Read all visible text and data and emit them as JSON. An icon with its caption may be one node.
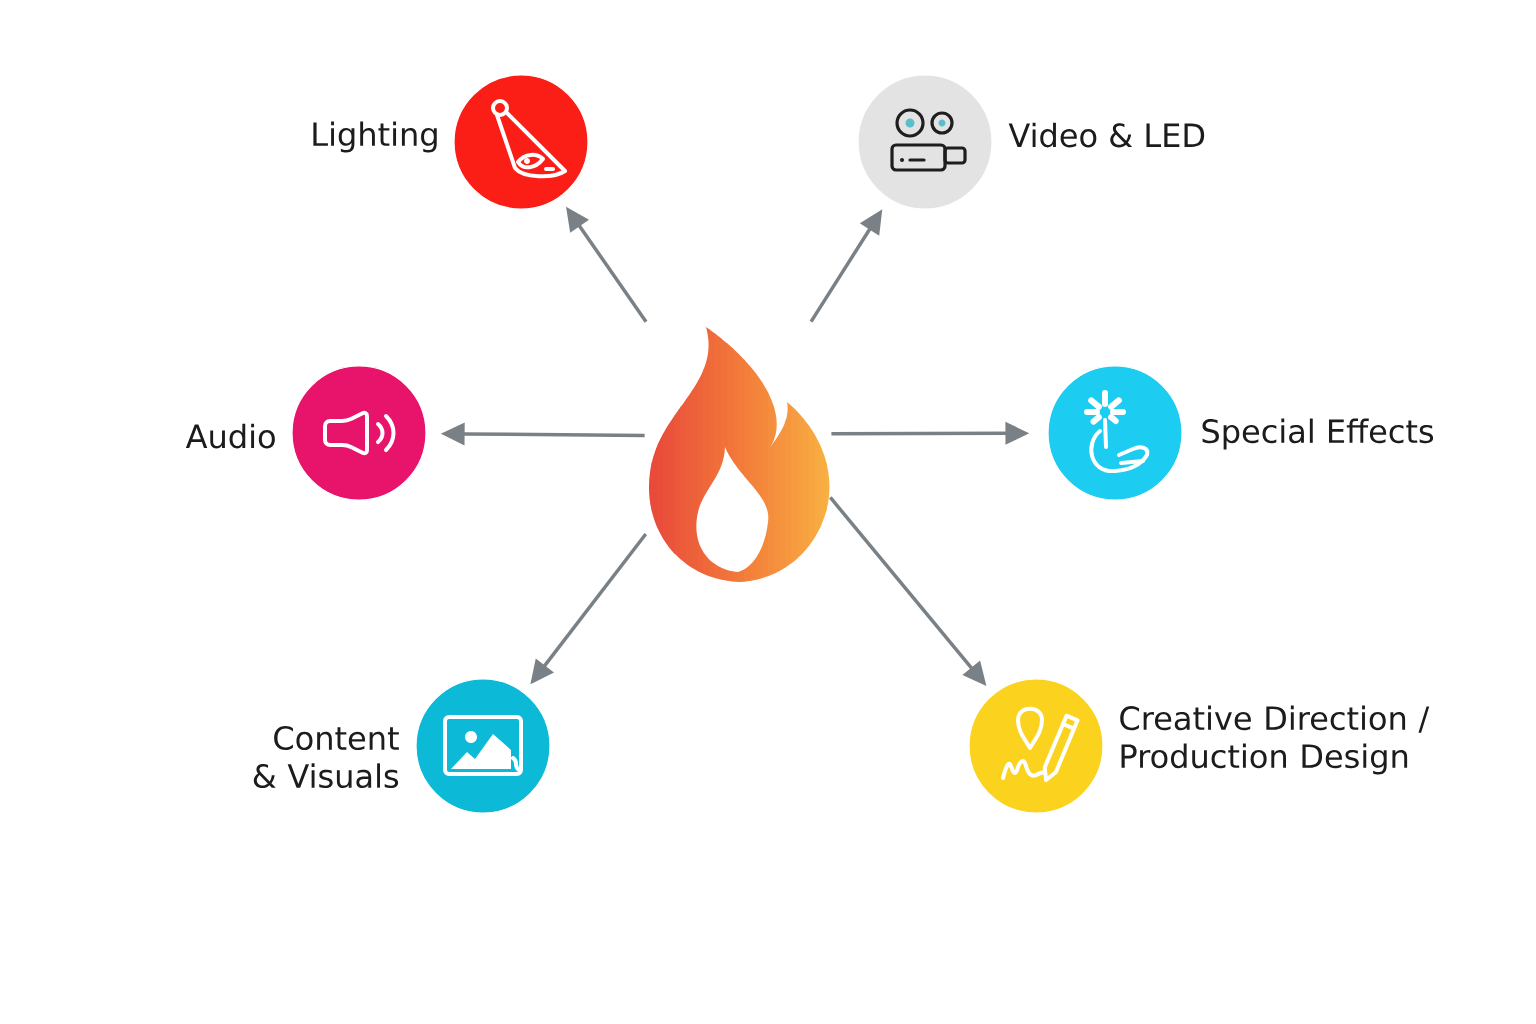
{
  "diagram": {
    "nodes": [
      {
        "text": [],
        "shape": "picture"
      },
      {
        "text": [
          "Lighting"
        ]
      },
      {
        "text": [
          "Video & LED"
        ]
      },
      {
        "text": [
          "Audio"
        ]
      },
      {
        "text": [
          "Special Effects"
        ]
      },
      {
        "text": [
          "Content & Visuals"
        ]
      },
      {
        "text": [
          "Creative Direction / Production Design"
        ]
      }
    ],
    "edges": [
      {
        "from": 0,
        "to": 1,
        "arrow": "to"
      },
      {
        "from": 0,
        "to": 2,
        "arrow": "to"
      },
      {
        "from": 0,
        "to": 3,
        "arrow": "to"
      },
      {
        "from": 0,
        "to": 4,
        "arrow": "to"
      },
      {
        "from": 0,
        "to": 5,
        "arrow": "to"
      },
      {
        "from": 0,
        "to": 6,
        "arrow": "to"
      }
    ]
  }
}
